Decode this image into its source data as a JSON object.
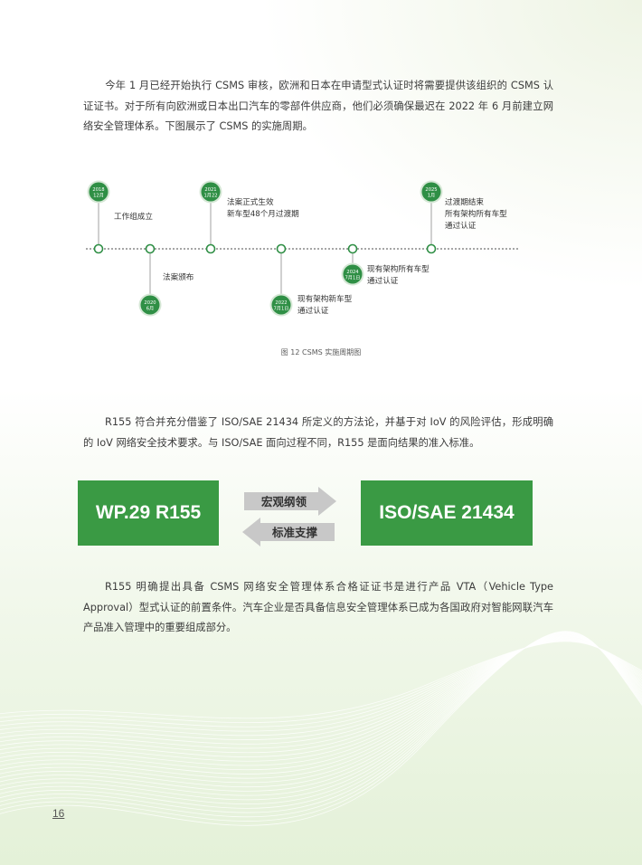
{
  "paragraphs": {
    "p1": "今年 1 月已经开始执行 CSMS 审核，欧洲和日本在申请型式认证时将需要提供该组织的 CSMS 认证证书。对于所有向欧洲或日本出口汽车的零部件供应商，他们必须确保最迟在 2022 年 6 月前建立网络安全管理体系。下图展示了 CSMS 的实施周期。",
    "p2": "R155 符合并充分借鉴了 ISO/SAE 21434 所定义的方法论，并基于对 IoV 的风险评估，形成明确的 IoV 网络安全技术要求。与 ISO/SAE 面向过程不同，R155 是面向结果的准入标准。",
    "p3": "R155 明确提出具备 CSMS 网络安全管理体系合格证证书是进行产品 VTA（Vehicle Type Approval）型式认证的前置条件。汽车企业是否具备信息安全管理体系已成为各国政府对智能网联汽车产品准入管理中的重要组成部分。"
  },
  "timeline": {
    "milestones": [
      {
        "date_line1": "2018",
        "date_line2": "12月",
        "text": [
          "工作组成立"
        ],
        "side": "up"
      },
      {
        "date_line1": "2020",
        "date_line2": "6月",
        "text": [
          "法案颁布"
        ],
        "side": "down"
      },
      {
        "date_line1": "2021",
        "date_line2": "1月22",
        "text": [
          "法案正式生效",
          "新车型48个月过渡期"
        ],
        "side": "up"
      },
      {
        "date_line1": "2022",
        "date_line2": "7月1日",
        "text": [
          "现有架构新车型",
          "通过认证"
        ],
        "side": "down"
      },
      {
        "date_line1": "2024",
        "date_line2": "7月1日",
        "text": [
          "现有架构所有车型",
          "通过认证"
        ],
        "side": "down"
      },
      {
        "date_line1": "2025",
        "date_line2": "1月",
        "text": [
          "过渡期结束",
          "所有架构所有车型",
          "通过认证"
        ],
        "side": "up"
      }
    ],
    "caption": "图 12 CSMS 实施周期图"
  },
  "comparison": {
    "left_box": "WP.29 R155",
    "right_box": "ISO/SAE 21434",
    "arrow_right_label": "宏观纲领",
    "arrow_left_label": "标准支撑"
  },
  "page_number": "16",
  "colors": {
    "accent_green": "#3a9a44",
    "circle_green": "#2f8f45",
    "arrow_gray": "#c8c8c8"
  }
}
